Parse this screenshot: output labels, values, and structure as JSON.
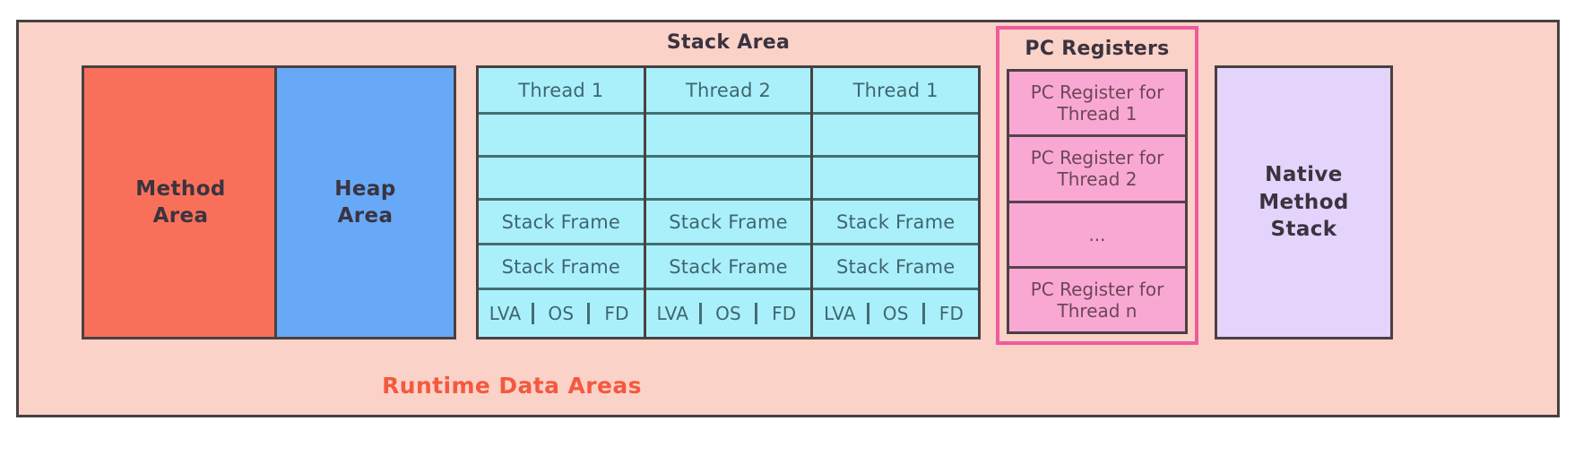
{
  "diagram": {
    "caption": "Runtime Data Areas",
    "colors": {
      "outer_background": "#fbd2c8",
      "outer_border": "#4a4040",
      "method_area": "#f9705a",
      "heap_area": "#67a9f7",
      "stack_cells": "#aaf0fb",
      "stack_cell_border": "#436e75",
      "pc_register_cells": "#f9a8d4",
      "pc_registers_border": "#ef5b9c",
      "native_method_stack": "#e4d4fb",
      "caption_color": "#f4593f",
      "label_color": "#3b3340"
    },
    "method_area": {
      "label": "Method\nArea",
      "line1": "Method",
      "line2": "Area"
    },
    "heap_area": {
      "label": "Heap\nArea",
      "line1": "Heap",
      "line2": "Area"
    },
    "native_method_stack": {
      "line1": "Native",
      "line2": "Method",
      "line3": "Stack"
    },
    "stack_area": {
      "title": "Stack Area",
      "columns": [
        {
          "header": "Thread 1",
          "empty_rows": 2,
          "frames": [
            "Stack Frame",
            "Stack Frame"
          ],
          "parts": [
            "LVA",
            "OS",
            "FD"
          ]
        },
        {
          "header": "Thread 2",
          "empty_rows": 2,
          "frames": [
            "Stack Frame",
            "Stack Frame"
          ],
          "parts": [
            "LVA",
            "OS",
            "FD"
          ]
        },
        {
          "header": "Thread 1",
          "empty_rows": 2,
          "frames": [
            "Stack Frame",
            "Stack Frame"
          ],
          "parts": [
            "LVA",
            "OS",
            "FD"
          ]
        }
      ]
    },
    "pc_registers": {
      "title": "PC Registers",
      "cells": [
        "PC Register for Thread 1",
        "PC Register for Thread 2",
        "...",
        "PC Register for Thread n"
      ]
    }
  }
}
